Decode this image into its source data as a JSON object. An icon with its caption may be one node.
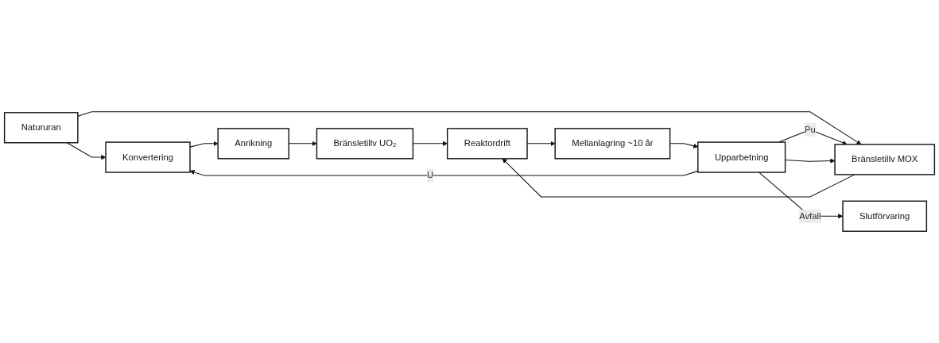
{
  "diagram": {
    "nodes": [
      {
        "text": [
          "Natururan"
        ]
      },
      {
        "text": [
          "Konvertering"
        ]
      },
      {
        "text": [
          "Anrikning"
        ]
      },
      {
        "text": [
          "Bränsletillv UO₂"
        ]
      },
      {
        "text": [
          "Reaktordrift"
        ]
      },
      {
        "text": [
          "Bränsletillv MOX"
        ]
      },
      {
        "text": [
          "Mellanlagring ~10 år"
        ]
      },
      {
        "text": [
          "Upparbetning"
        ]
      },
      {
        "text": [
          "Slutförvaring"
        ]
      }
    ],
    "edges": [
      {
        "from": 0,
        "to": 1,
        "arrow": "to"
      },
      {
        "from": 0,
        "to": 5,
        "arrow": "to"
      },
      {
        "from": 1,
        "to": 2,
        "arrow": "to"
      },
      {
        "from": 2,
        "to": 3,
        "arrow": "to"
      },
      {
        "from": 3,
        "to": 4,
        "arrow": "to"
      },
      {
        "from": 5,
        "to": 4,
        "arrow": "to"
      },
      {
        "from": 4,
        "to": 6,
        "arrow": "to"
      },
      {
        "from": 6,
        "to": 7,
        "arrow": "to"
      },
      {
        "from": 7,
        "to": 5,
        "label": "Pu",
        "arrow": "to"
      },
      {
        "from": 7,
        "to": 1,
        "label": "U",
        "arrow": "to"
      },
      {
        "from": 7,
        "to": 5,
        "arrow": "to"
      },
      {
        "from": 7,
        "to": 8,
        "label": "Avfall",
        "arrow": "to"
      }
    ]
  }
}
